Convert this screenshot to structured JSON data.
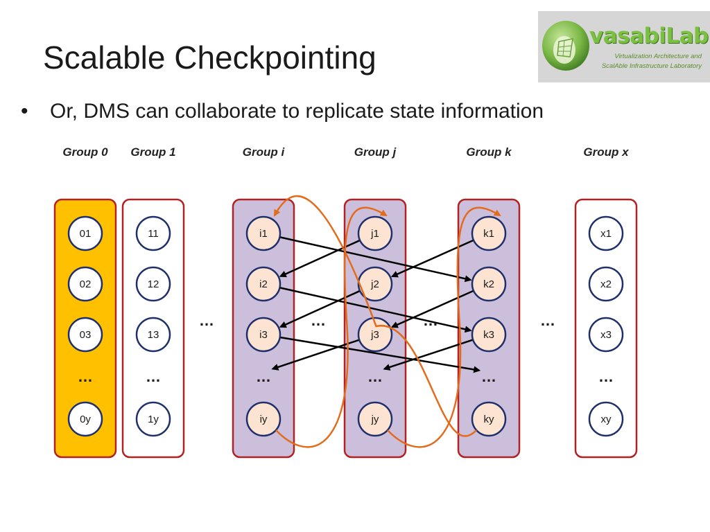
{
  "slide": {
    "title": "Scalable Checkpointing",
    "bullet": "Or, DMS can collaborate to replicate state information"
  },
  "logo": {
    "name": "vasabiLab",
    "subtitle_line1": "Virtualization Architecture and",
    "subtitle_line2": "ScalAble Infrastructure Laboratory"
  },
  "diagram": {
    "groups": [
      {
        "id": "g0",
        "label": "Group 0",
        "style": "highlight",
        "nodes": [
          "01",
          "02",
          "03",
          "…",
          "0y"
        ]
      },
      {
        "id": "g1",
        "label": "Group 1",
        "style": "plain",
        "nodes": [
          "11",
          "12",
          "13",
          "…",
          "1y"
        ]
      },
      {
        "id": "gi",
        "label": "Group i",
        "style": "shaded",
        "nodes": [
          "i1",
          "i2",
          "i3",
          "…",
          "iy"
        ]
      },
      {
        "id": "gj",
        "label": "Group j",
        "style": "shaded",
        "nodes": [
          "j1",
          "j2",
          "j3",
          "…",
          "jy"
        ]
      },
      {
        "id": "gk",
        "label": "Group k",
        "style": "shaded",
        "nodes": [
          "k1",
          "k2",
          "k3",
          "…",
          "ky"
        ]
      },
      {
        "id": "gx",
        "label": "Group x",
        "style": "plain",
        "nodes": [
          "x1",
          "x2",
          "x3",
          "…",
          "xy"
        ]
      }
    ],
    "gap_ellipses": [
      "…",
      "…",
      "…",
      "…"
    ],
    "colors": {
      "group_border": "#b22222",
      "highlight_fill": "#ffc000",
      "shaded_fill": "#cbbfdc",
      "node_fill": "#fde4d2",
      "node_plain_fill": "#ffffff",
      "node_border": "#1f2f6b",
      "replication_arrow": "#000000",
      "wrap_arrow": "#e36c1c"
    },
    "replication_arrows": [
      {
        "from": "i1",
        "to": "k2"
      },
      {
        "from": "k1",
        "to": "j2"
      },
      {
        "from": "j1",
        "to": "i2"
      },
      {
        "from": "i2",
        "to": "k3"
      },
      {
        "from": "k2",
        "to": "j3"
      },
      {
        "from": "j2",
        "to": "i3"
      },
      {
        "from": "i3",
        "to": "k4"
      },
      {
        "from": "k3",
        "to": "j4"
      },
      {
        "from": "j3",
        "to": "i4"
      }
    ],
    "wrap_arrows": [
      {
        "from": "iy",
        "to": "j1"
      },
      {
        "from": "jy",
        "to": "k1"
      },
      {
        "from": "ky",
        "to": "i1"
      }
    ]
  }
}
